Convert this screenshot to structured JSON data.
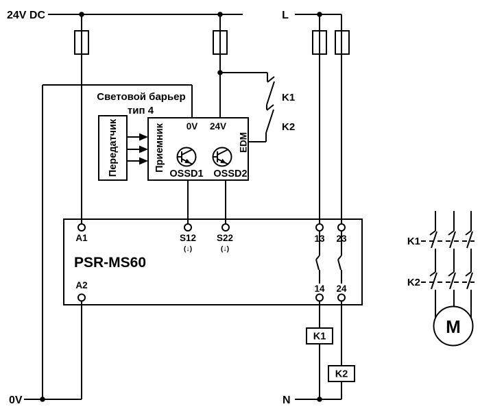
{
  "colors": {
    "ink": "#000000",
    "background": "#ffffff"
  },
  "power": {
    "dc": "24V DC",
    "line": "L",
    "neutral": "N",
    "zero": "0V"
  },
  "light_barrier": {
    "title1": "Световой барьер",
    "title2": "тип 4",
    "transmitter": "Передатчик",
    "receiver": "Приемник",
    "t0v": "0V",
    "t24v": "24V",
    "ossd1": "OSSD1",
    "ossd2": "OSSD2",
    "edm": "EDM"
  },
  "edm_loop": {
    "k1": "K1",
    "k2": "K2"
  },
  "relay": {
    "name": "PSR-MS60",
    "a1": "A1",
    "a2": "A2",
    "s12": "S12",
    "s22": "S22",
    "down": "(↓)",
    "t13": "13",
    "t23": "23",
    "t14": "14",
    "t24": "24"
  },
  "coils": {
    "k1": "K1",
    "k2": "K2"
  },
  "motor_branch": {
    "k1": "K1",
    "k2": "K2"
  },
  "motor": {
    "label": "M"
  }
}
